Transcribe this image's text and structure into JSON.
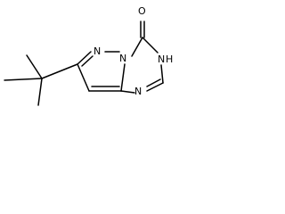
{
  "molecule": {
    "atom_labels": {
      "carbonyl_oxygen": "O",
      "n_h": "N",
      "h_on_n": "H",
      "n_bridge": "N",
      "n_pyrazole": "N",
      "n_lower": "N"
    }
  },
  "colors": {
    "bond": "#000000",
    "background": "#ffffff"
  }
}
